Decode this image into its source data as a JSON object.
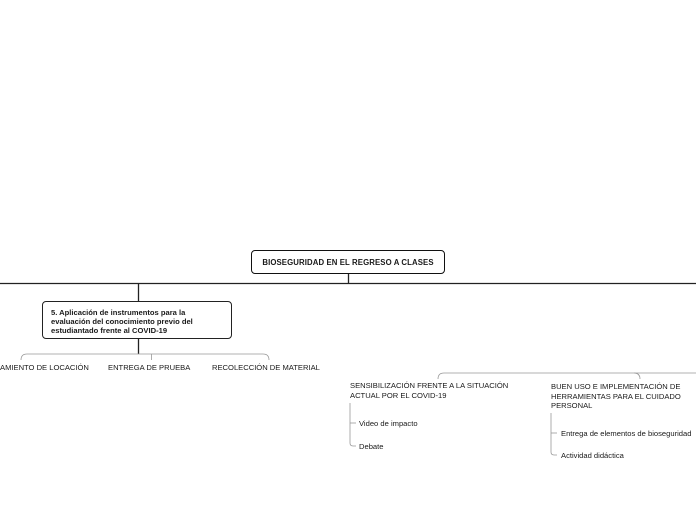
{
  "root": {
    "title": "BIOSEGURIDAD EN EL REGRESO A CLASES"
  },
  "branch5": {
    "title": "5. Aplicación de instrumentos para la evaluación del conocimiento previo del estudiantado frente al COVID-19",
    "children": [
      "AMIENTO DE LOCACIÓN",
      "ENTREGA DE PRUEBA",
      "RECOLECCIÓN DE MATERIAL"
    ]
  },
  "right": {
    "sensibilizacion": {
      "title": "SENSIBILIZACIÓN FRENTE A LA SITUACIÓN ACTUAL POR EL COVID-19",
      "items": [
        "Video de impacto",
        "Debate"
      ]
    },
    "buen_uso": {
      "title": "BUEN USO E IMPLEMENTACIÓN DE HERRAMIENTAS PARA EL CUIDADO PERSONAL",
      "items": [
        "Entrega de elementos de bioseguridad",
        "Actividad didáctica"
      ]
    }
  },
  "colors": {
    "line": "#222222",
    "thin_line": "#9a9a9a",
    "background": "#ffffff"
  }
}
